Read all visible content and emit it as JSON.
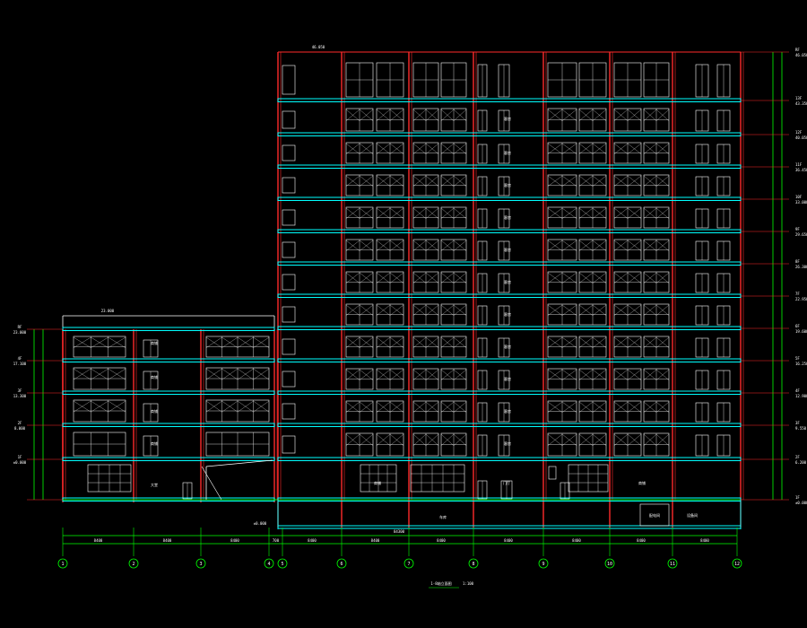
{
  "drawing": {
    "title": "1-8轴立面图",
    "scale": "1:100",
    "colors": {
      "background": "#000000",
      "slab": "#00ffff",
      "column": "#ff2a2a",
      "dimension": "#00ff00",
      "window": "#ffffff",
      "gridline": "#ff4040",
      "wall": "#9a9aff"
    },
    "podium_roof_elevation": "23.000",
    "tower_roof_elevation": "46.050",
    "ground_label": "±0.000",
    "rooms": {
      "podium_r1": "商铺",
      "podium_r2": "商铺",
      "podium_r3": "商铺",
      "podium_r4": "商铺",
      "podium_ground": "大堂",
      "tower_ground_1": "商铺",
      "tower_ground_2": "门厅",
      "tower_ground_3": "商铺",
      "tower_typical": "客房",
      "basement_1": "车库",
      "basement_2": "配电间",
      "basement_3": "设备间"
    },
    "floor_labels": [
      "RF",
      "13F",
      "12F",
      "11F",
      "10F",
      "9F",
      "8F",
      "7F",
      "6F",
      "5F",
      "4F",
      "3F",
      "2F",
      "1F"
    ],
    "floor_elevations": [
      "46.050",
      "43.350",
      "40.050",
      "36.450",
      "33.000",
      "29.650",
      "26.300",
      "22.950",
      "19.600",
      "16.250",
      "12.900",
      "9.550",
      "6.200",
      "±0.000"
    ],
    "podium_floor_labels": [
      "RF",
      "4F",
      "3F",
      "2F",
      "1F"
    ],
    "podium_elevations": [
      "23.000",
      "17.100",
      "13.300",
      "8.000",
      "±0.000"
    ],
    "axes": [
      "1",
      "2",
      "3",
      "4",
      "5",
      "6",
      "7",
      "8",
      "9",
      "10",
      "11",
      "12"
    ],
    "axis_dimensions": [
      "8400",
      "8400",
      "8400",
      "700",
      "8400",
      "8400",
      "8400",
      "8400",
      "8400",
      "8400",
      "8400"
    ],
    "total_dimension": "84300"
  }
}
